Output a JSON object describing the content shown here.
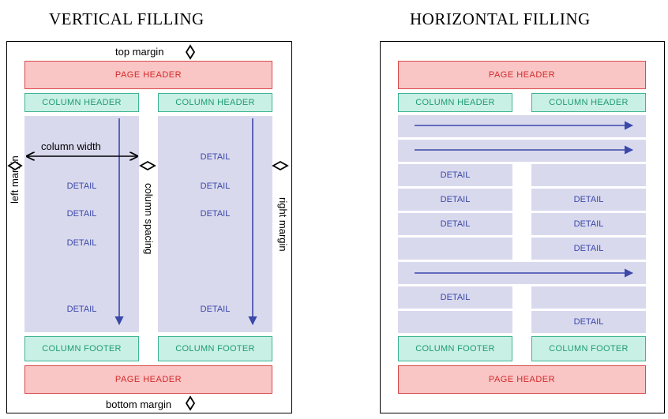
{
  "vertical": {
    "title": "VERTICAL FILLING",
    "page_header": "PAGE HEADER",
    "page_footer": "PAGE HEADER",
    "column_header": "COLUMN HEADER",
    "column_footer": "COLUMN FOOTER",
    "detail": "DETAIL",
    "top_margin": "top margin",
    "bottom_margin": "bottom margin",
    "left_margin": "left margin",
    "right_margin": "right margin",
    "column_width": "column width",
    "column_spacing": "column spacing"
  },
  "horizontal": {
    "title": "HORIZONTAL FILLING",
    "page_header": "PAGE HEADER",
    "page_footer": "PAGE HEADER",
    "column_header": "COLUMN HEADER",
    "column_footer": "COLUMN FOOTER",
    "detail": "DETAIL"
  },
  "colors": {
    "page_header_fill": "#f9c5c5",
    "page_header_text": "#d42a2a",
    "column_band_fill": "#c9f0e4",
    "column_band_text": "#1f9a76",
    "detail_fill": "#d9d9ee",
    "detail_text": "#3b48a8",
    "arrow": "#3b48a8"
  }
}
